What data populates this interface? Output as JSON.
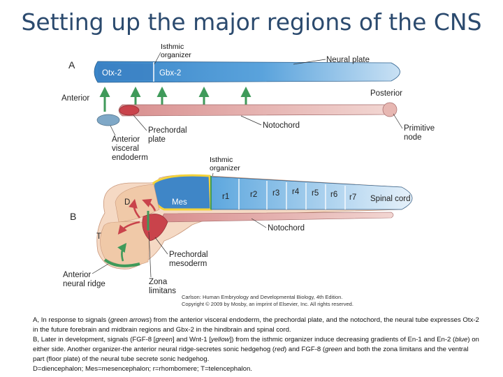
{
  "title": "Setting up the major regions of the CNS",
  "panel_a": {
    "letter": "A",
    "isthmic_organizer": [
      "Isthmic",
      "organizer"
    ],
    "neural_plate": "Neural plate",
    "otx2": "Otx-2",
    "gbx2": "Gbx-2",
    "anterior": "Anterior",
    "posterior": "Posterior",
    "notochord": "Notochord",
    "primitive_node": [
      "Primitive",
      "node"
    ],
    "prechordal_plate": [
      "Prechordal",
      "plate"
    ],
    "anterior_visceral_endoderm": [
      "Anterior",
      "visceral",
      "endoderm"
    ]
  },
  "panel_b": {
    "letter": "B",
    "isthmic_organizer": [
      "Isthmic",
      "organizer"
    ],
    "mes": "Mes",
    "d": "D",
    "t": "T",
    "rhombomeres": [
      "r1",
      "r2",
      "r3",
      "r4",
      "r5",
      "r6",
      "r7"
    ],
    "spinal_cord": "Spinal cord",
    "notochord": "Notochord",
    "prechordal_mesoderm": [
      "Prechordal",
      "mesoderm"
    ],
    "anterior_neural_ridge": [
      "Anterior",
      "neural ridge"
    ],
    "zona_limitans": [
      "Zona",
      "limitans"
    ]
  },
  "credit": [
    "Carlson: Human Embryology and Developmental Biology, 4th Edition.",
    "Copyright © 2009 by Mosby, an imprint of Elsevier, Inc. All rights reserved."
  ],
  "caption": {
    "a_lead": "A,",
    "a_text1": " In response to signals (",
    "a_green_arrows": "green arrows",
    "a_text2": ") from the anterior visceral endoderm, the prechordal plate, and the notochord, the neural tube expresses Otx-2 in the future forebrain and midbrain regions and Gbx-2 in the hindbrain and spinal cord.",
    "b_lead": "B,",
    "b_text1": " Later in development, signals (FGF-8 [",
    "b_green": "green",
    "b_text2": "] and Wnt-1 [",
    "b_yellow": "yellow",
    "b_text3": "]) from the isthmic organizer induce decreasing gradients of En-1 and En-2 (",
    "b_blue": "blue",
    "b_text4": ") on either side. Another organizer-the anterior neural ridge-secretes sonic hedgehog (",
    "b_red": "red",
    "b_text5": ") and FGF-8 (",
    "b_green2": "green",
    "b_text6": " and both the zona limitans and the ventral part (floor plate) of the neural tube secrete sonic hedgehog.",
    "abbrev": "D=diencephalon; Mes=mesencephalon; r=rhombomere; T=telencephalon."
  },
  "colors": {
    "title": "#2b4a6e",
    "otx_blue": "#3e87c9",
    "gbx_blue": "#6aaee0",
    "neural_plate_light": "#c9e1f4",
    "notochord_pink": "#d99a9a",
    "prechordal_red": "#c9434b",
    "arrow_green": "#3f9a5a",
    "yellow": "#f3d23a",
    "tissue_tan": "#f0c9a8"
  }
}
